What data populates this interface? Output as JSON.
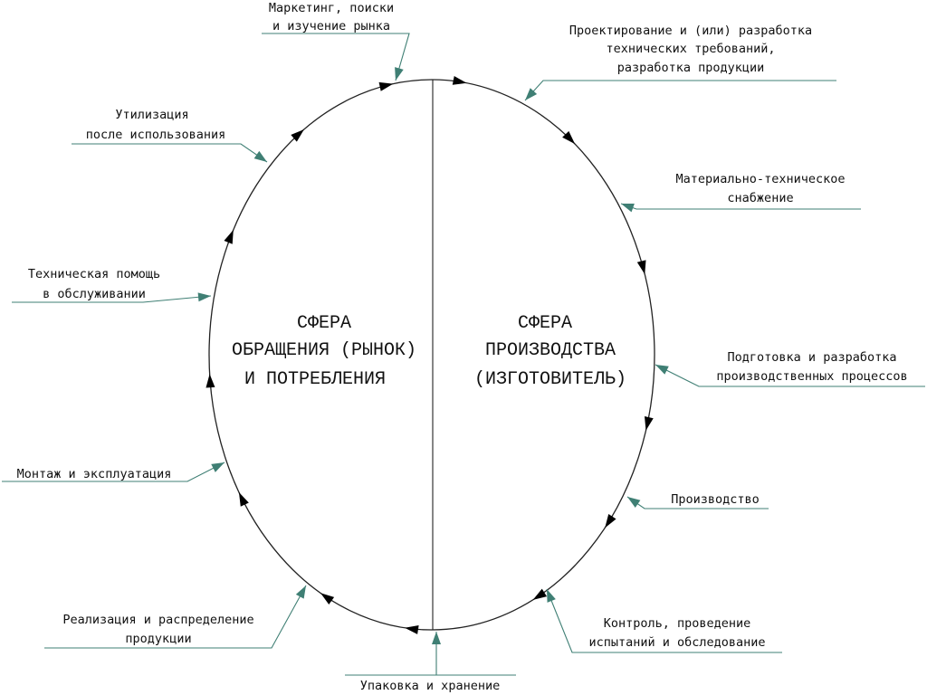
{
  "center": {
    "left": [
      "СФЕРА",
      "ОБРАЩЕНИЯ (РЫНОК)",
      "И ПОТРЕБЛЕНИЯ"
    ],
    "right": [
      "СФЕРА",
      "ПРОИЗВОДСТВА",
      "(ИЗГОТОВИТЕЛЬ)"
    ]
  },
  "stages": [
    {
      "id": "marketing",
      "lines": [
        "Маркетинг, поиски",
        "и изучение рынка"
      ]
    },
    {
      "id": "design",
      "lines": [
        "Проектирование и (или) разработка",
        "технических требований,",
        "разработка продукции"
      ]
    },
    {
      "id": "supply",
      "lines": [
        "Материально-техническое",
        "снабжение"
      ]
    },
    {
      "id": "process-prep",
      "lines": [
        "Подготовка и разработка",
        "производственных процессов"
      ]
    },
    {
      "id": "production",
      "lines": [
        "Производство"
      ]
    },
    {
      "id": "control",
      "lines": [
        "Контроль, проведение",
        "испытаний и обследование"
      ]
    },
    {
      "id": "packaging",
      "lines": [
        "Упаковка и хранение"
      ]
    },
    {
      "id": "sales",
      "lines": [
        "Реализация и распределение",
        "продукции"
      ]
    },
    {
      "id": "installation",
      "lines": [
        "Монтаж и эксплуатация"
      ]
    },
    {
      "id": "tech-support",
      "lines": [
        "Техническая помощь",
        "в обслуживании"
      ]
    },
    {
      "id": "disposal",
      "lines": [
        "Утилизация",
        "после использования"
      ]
    }
  ],
  "colors": {
    "leader": "#3f7f74",
    "outline": "#222222",
    "text": "#111111"
  }
}
